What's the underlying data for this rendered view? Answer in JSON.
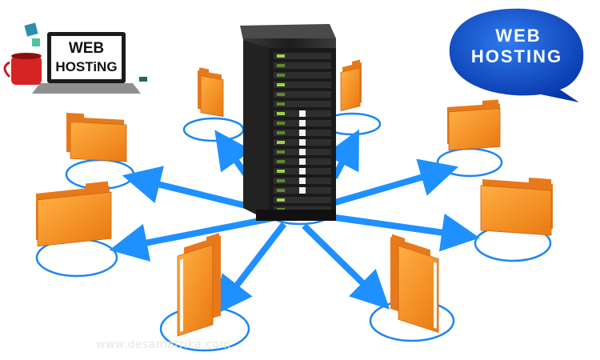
{
  "laptop_sign": {
    "line1": "WEB",
    "line2": "HOSTiNG"
  },
  "bubble": {
    "line1": "WEB",
    "line2": "HOSTING"
  },
  "watermark": "www.desamatrika.com",
  "colors": {
    "arrow": "#1e90ff",
    "ring": "#1c86f2",
    "folder_front": "#f7941d",
    "folder_back": "#e8791a",
    "server_body": "#2b2b2b",
    "bubble": "#0a4fc4"
  },
  "icons": [
    "server-icon",
    "folder-icon",
    "arrow-icon",
    "laptop-icon",
    "speech-bubble-icon",
    "coffee-mug-icon"
  ]
}
